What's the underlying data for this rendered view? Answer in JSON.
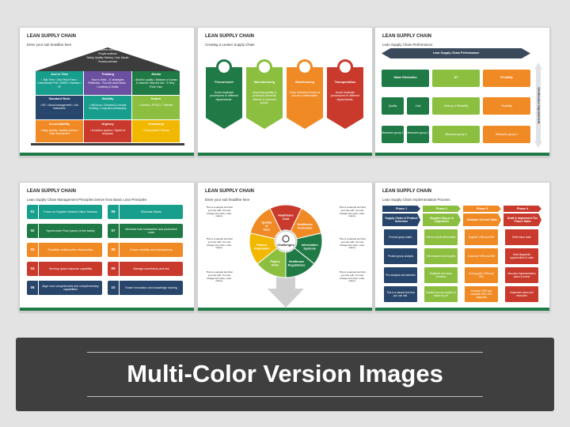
{
  "colors": {
    "green": "#1f7a46",
    "teal": "#189e8d",
    "purple": "#6b4fa0",
    "orange": "#f08a24",
    "red": "#c93a2d",
    "yellow": "#f2b800",
    "lime": "#8cbf3f",
    "navy": "#28456b",
    "gray": "#404040"
  },
  "banner": {
    "title": "Multi-Color Version Images"
  },
  "s1": {
    "title": "LEAN SUPPLY CHAIN",
    "subtitle": "Enter your sub headline here",
    "roof": [
      "Customer-focused",
      "People-centered",
      "Safety, Quality, Delivery, Cost, Morale",
      "Process-oriented"
    ],
    "top": [
      {
        "h": "Just in Time",
        "i": "• Takt Time  • One-Piece Flow  • Downstream Pull  • SMED  • Kanban  • 3P"
      },
      {
        "h": "Thinking",
        "i": "How to think - 11 strategies  Reflection - Run the facts  Ideas - Creativity & Drafts"
      },
      {
        "h": "Jidoka",
        "i": "• Build in quality  • Balance of human & machine  Stop the line · 5 Why · Poke Yoke"
      }
    ],
    "mid": [
      {
        "h": "Standard Work",
        "i": "• 5S  • Visual management  • Job instruction"
      },
      {
        "h": "Stability",
        "i": "• 4M focus  • Demand & volume leveling  • Long-term philosophy"
      },
      {
        "h": "Kaizen",
        "i": "• Gemba  • PDCA  • 7 Wastes"
      }
    ],
    "base": [
      {
        "h": "Accountability",
        "i": "• Daily, weekly, monthly checks  • Total involvement"
      },
      {
        "h": "Urgency",
        "i": "• Evolution system  • Speed of response"
      },
      {
        "h": "Leadership",
        "i": "• Goal-scaled  • Norms"
      }
    ]
  },
  "s2": {
    "title": "LEAN SUPPLY CHAIN",
    "subtitle": "Creating a Leaner Supply Chain",
    "steps": [
      {
        "h": "Procurement",
        "t": "Avoid duplicate procedures in different departments."
      },
      {
        "h": "Manufacturing",
        "t": "Improving quality & precision prevents defects & returned goods."
      },
      {
        "h": "Warehousing",
        "t": "Keep inventory levels as low as is reasonable."
      },
      {
        "h": "Transportation",
        "t": "Avoid duplicate procedures in different departments."
      }
    ]
  },
  "s3": {
    "title": "LEAN SUPPLY CHAIN",
    "subtitle": "Lean Supply Chain Performance",
    "top": "Lean Supply Chain Performance",
    "side": "Continuous Improvement",
    "mid": [
      "Waste Elimination",
      "JIT",
      "Flexibility"
    ],
    "sub": [
      "Quality",
      "Cost",
      "Delivery & Reliability",
      "Flexibility"
    ],
    "bot": [
      "Measures group 1",
      "Measures group 2",
      "Measures group 3",
      "Measures group 4"
    ]
  },
  "s4": {
    "title": "LEAN SUPPLY CHAIN",
    "subtitle": "Lean Supply Chain Management Principles Derive from Basic Lean Principles",
    "items": [
      {
        "n": "01",
        "t": "Focus on Supplier Network Value Streams"
      },
      {
        "n": "06",
        "t": "Eliminate Waste"
      },
      {
        "n": "02",
        "t": "Synchronize Flow (value) of the facility"
      },
      {
        "n": "07",
        "t": "Minimize both transaction and production costs"
      },
      {
        "n": "03",
        "t": "Establish collaborative relationships"
      },
      {
        "n": "08",
        "t": "Ensure visibility and transparency"
      },
      {
        "n": "04",
        "t": "Develop quick response capability"
      },
      {
        "n": "09",
        "t": "Manage uncertainty and risk"
      },
      {
        "n": "05",
        "t": "Align core competencies and complementary capabilities"
      },
      {
        "n": "10",
        "t": "Foster innovation and knowledge sharing"
      }
    ]
  },
  "s5": {
    "title": "LEAN SUPPLY CHAIN",
    "subtitle": "Enter your sub headline here",
    "center": "Challenges",
    "segs": [
      "Healthcare Cost",
      "Healthcare Personnel",
      "Information Systems",
      "Healthcare Regulations",
      "Payers Price",
      "Patient Population",
      "Quality of Care"
    ],
    "note": "This is a sample text that you can edit. You can change font (size, color, name)."
  },
  "s6": {
    "title": "LEAN SUPPLY CHAIN",
    "subtitle": "Lean Supply Chain Implementation Process",
    "phases": [
      {
        "p": "Phase 1",
        "h": "Supply Chain & Product Selection"
      },
      {
        "p": "Phase 2",
        "h": "Supplier Buy-in & Objectives"
      },
      {
        "p": "Phase 3",
        "h": "Evaluate Current State"
      },
      {
        "p": "Phase 4",
        "h": "Draft & Implement The Future State"
      }
    ],
    "cells": [
      [
        "Product group matrix",
        "Product group analysis",
        "Pen analysis and selection",
        "This is a sample text that you can edit."
      ],
      [
        "Define overall deliverables",
        "Set measures and targets",
        "Establish core team members",
        "Identify key sub-supplier & obtain buy-in"
      ],
      [
        "Supplier VSM and IEM",
        "Customer VSM and IEM",
        "Sub-supplier VSM and IEM",
        "Examine VSM and complete IEM, 3SC diagnosis"
      ],
      [
        "Draft future state",
        "Draft diagnostic opportunities & costs",
        "Structure implementation plans & teams",
        "Implement plans and measures"
      ]
    ]
  }
}
